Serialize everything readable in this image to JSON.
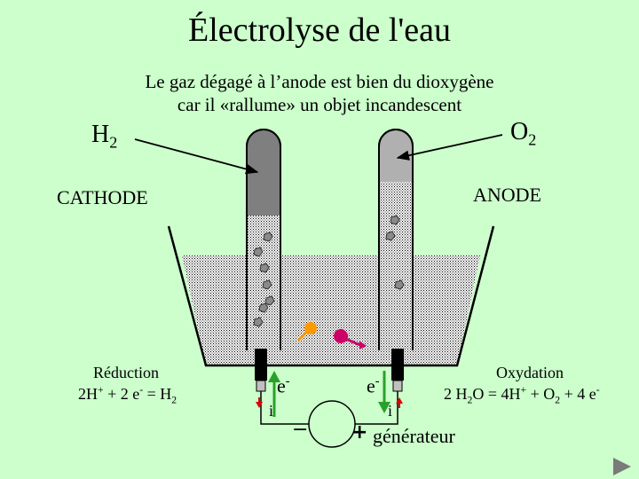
{
  "title": "Électrolyse de l'eau",
  "subtitle_line1": "Le gaz dégagé à l’anode est bien du dioxygène",
  "subtitle_line2": "car il «rallume» un objet incandescent",
  "h2_label": {
    "base": "H",
    "sub": "2"
  },
  "o2_label": {
    "base": "O",
    "sub": "2"
  },
  "cathode_label": "CATHODE",
  "anode_label": "ANODE",
  "reduction_title": "Réduction",
  "reduction_equation": {
    "a": "2H",
    "a_sup": "+",
    "b": " + 2 e",
    "b_sup": "-",
    "c": " = H",
    "c_sub": "2"
  },
  "oxydation_title": "Oxydation",
  "oxydation_equation": {
    "a": "2 H",
    "a_sub": "2",
    "b": "O  = 4H",
    "b_sup": "+",
    "c": " + O",
    "c_sub": "2",
    "d": " + 4 e",
    "d_sup": "-"
  },
  "electron_left": {
    "base": "e",
    "sup": "-"
  },
  "electron_right": {
    "base": "e",
    "sup": "-"
  },
  "current_left": "i",
  "current_right": "i",
  "minus_sign": "−",
  "plus_sign": "+",
  "generator_label": "générateur",
  "colors": {
    "background": "#ccffcc",
    "electron_arrow": "#2aa02a",
    "current_arrow": "#dd0000",
    "splint_orange": "#ff9900",
    "splint_magenta": "#cc0066",
    "hydrogen_gas": "#7f7f7f",
    "oxygen_gas": "#b0b0b0"
  },
  "icons": [
    "arrow-icon",
    "generator-icon",
    "next-slide-icon"
  ]
}
